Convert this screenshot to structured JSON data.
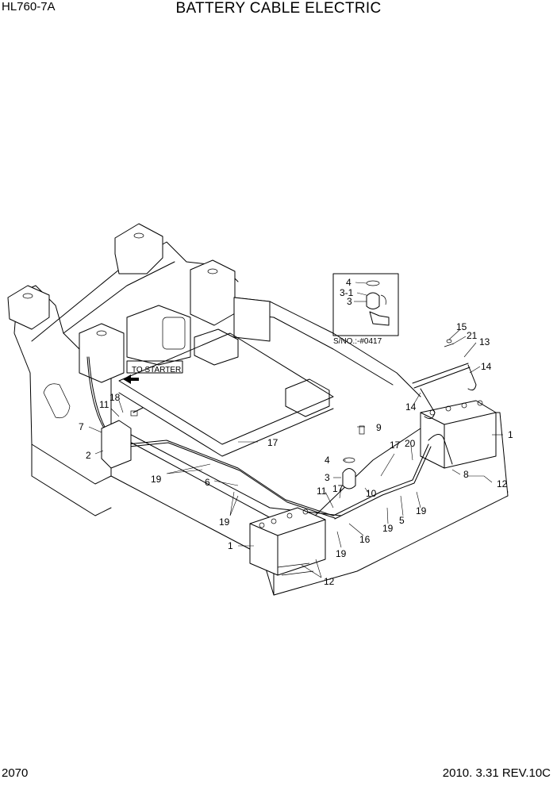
{
  "header": {
    "model": "HL760-7A",
    "title": "BATTERY CABLE ELECTRIC"
  },
  "footer": {
    "page_number": "2070",
    "revision": "2010. 3.31  REV.10C"
  },
  "notes": {
    "to_starter": "TO STARTER",
    "serial_note": "S/NO.:-#0417"
  },
  "callouts": {
    "c1a": "1",
    "c1b": "1",
    "c2": "2",
    "c3a": "3",
    "c3b": "3",
    "c3_1": "3-1",
    "c4a": "4",
    "c4b": "4",
    "c5": "5",
    "c6": "6",
    "c7": "7",
    "c8": "8",
    "c9": "9",
    "c10": "10",
    "c11a": "11",
    "c11b": "11",
    "c12a": "12",
    "c12b": "12",
    "c13": "13",
    "c14a": "14",
    "c14b": "14",
    "c15": "15",
    "c16": "16",
    "c17a": "17",
    "c17b": "17",
    "c17c": "17",
    "c18": "18",
    "c19a": "19",
    "c19b": "19",
    "c19c": "19",
    "c19d": "19",
    "c19e": "19",
    "c20": "20",
    "c21": "21"
  }
}
